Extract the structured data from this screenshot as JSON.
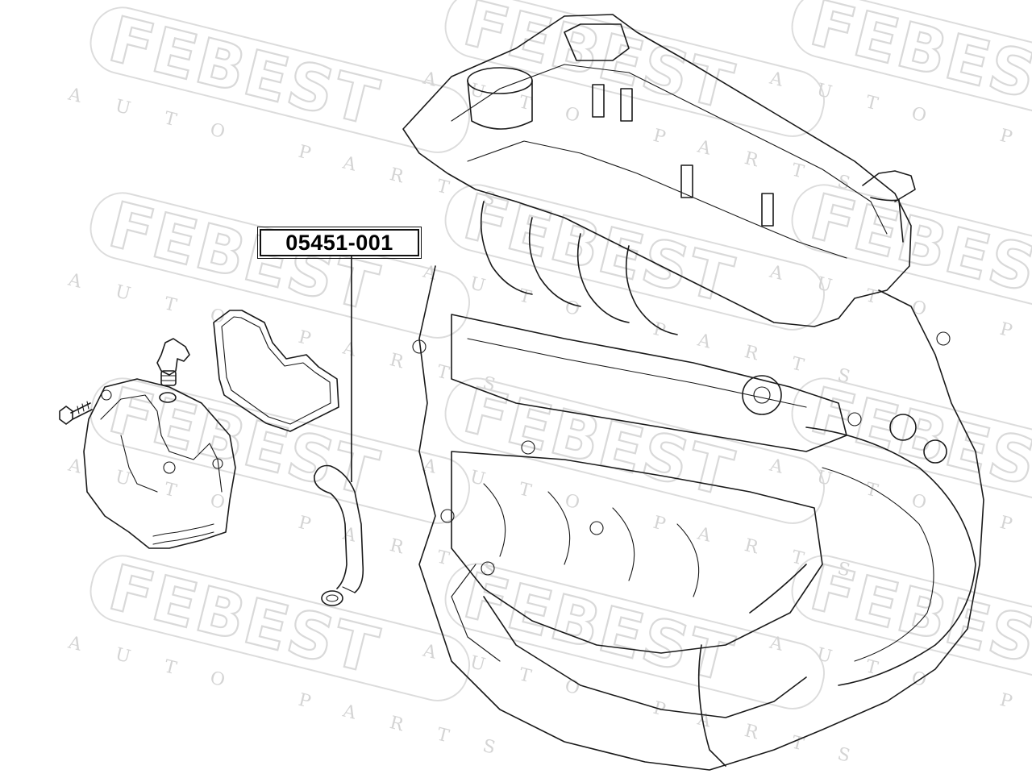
{
  "diagram": {
    "part_number": "05451-001"
  },
  "watermark": {
    "brand": "FEBEST",
    "subtitle": "AUTO PARTS"
  }
}
